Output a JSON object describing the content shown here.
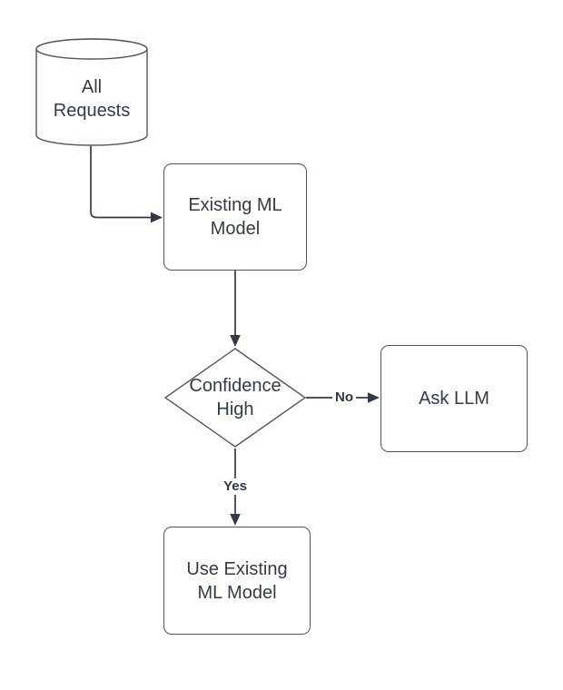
{
  "diagram_type": "flowchart",
  "colors": {
    "background": "#ffffff",
    "node_fill": "#ffffff",
    "node_border": "#4d5664",
    "connector": "#323a48",
    "text": "#333b49"
  },
  "nodes": {
    "all_requests": {
      "shape": "cylinder",
      "label": "All\nRequests"
    },
    "existing_ml_model": {
      "shape": "rounded-rectangle",
      "label": "Existing ML\nModel"
    },
    "confidence_high": {
      "shape": "diamond",
      "label": "Confidence\nHigh"
    },
    "ask_llm": {
      "shape": "rounded-rectangle",
      "label": "Ask LLM"
    },
    "use_existing_ml_model": {
      "shape": "rounded-rectangle",
      "label": "Use Existing\nML Model"
    }
  },
  "edges": [
    {
      "from": "all_requests",
      "to": "existing_ml_model",
      "label": ""
    },
    {
      "from": "existing_ml_model",
      "to": "confidence_high",
      "label": ""
    },
    {
      "from": "confidence_high",
      "to": "ask_llm",
      "label": "No"
    },
    {
      "from": "confidence_high",
      "to": "use_existing_ml_model",
      "label": "Yes"
    }
  ]
}
